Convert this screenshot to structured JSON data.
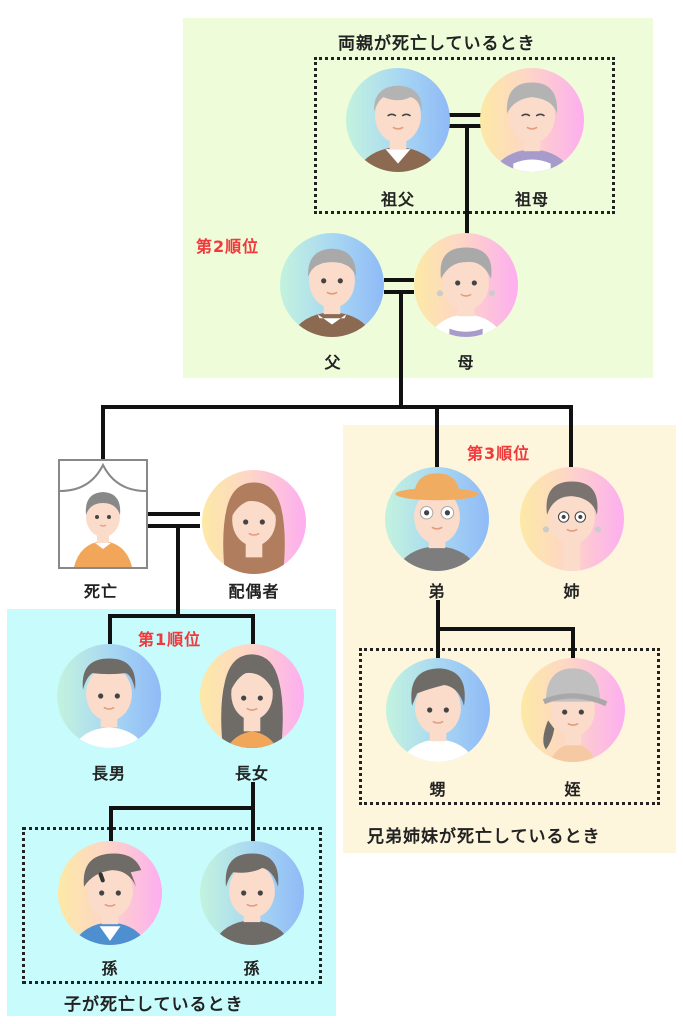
{
  "diagram": {
    "type": "inheritance-order-family-tree",
    "sections": {
      "parents_deceased": {
        "caption": "両親が死亡しているとき",
        "color": "#eefcd9"
      },
      "siblings_deceased": {
        "caption": "兄弟姉妹が死亡しているとき",
        "color": "#fdf5dc"
      },
      "children_deceased": {
        "caption": "子が死亡しているとき",
        "color": "#c8fbfc"
      }
    },
    "ranks": {
      "first": "第1順位",
      "second": "第2順位",
      "third": "第3順位",
      "color": "#f0393b"
    },
    "people": {
      "grandfather": "祖父",
      "grandmother": "祖母",
      "father": "父",
      "mother": "母",
      "deceased": "死亡",
      "spouse": "配偶者",
      "younger_brother": "弟",
      "older_sister": "姉",
      "nephew": "甥",
      "niece": "姪",
      "eldest_son": "長男",
      "eldest_daughter": "長女",
      "grandchild_1": "孫",
      "grandchild_2": "孫"
    }
  }
}
